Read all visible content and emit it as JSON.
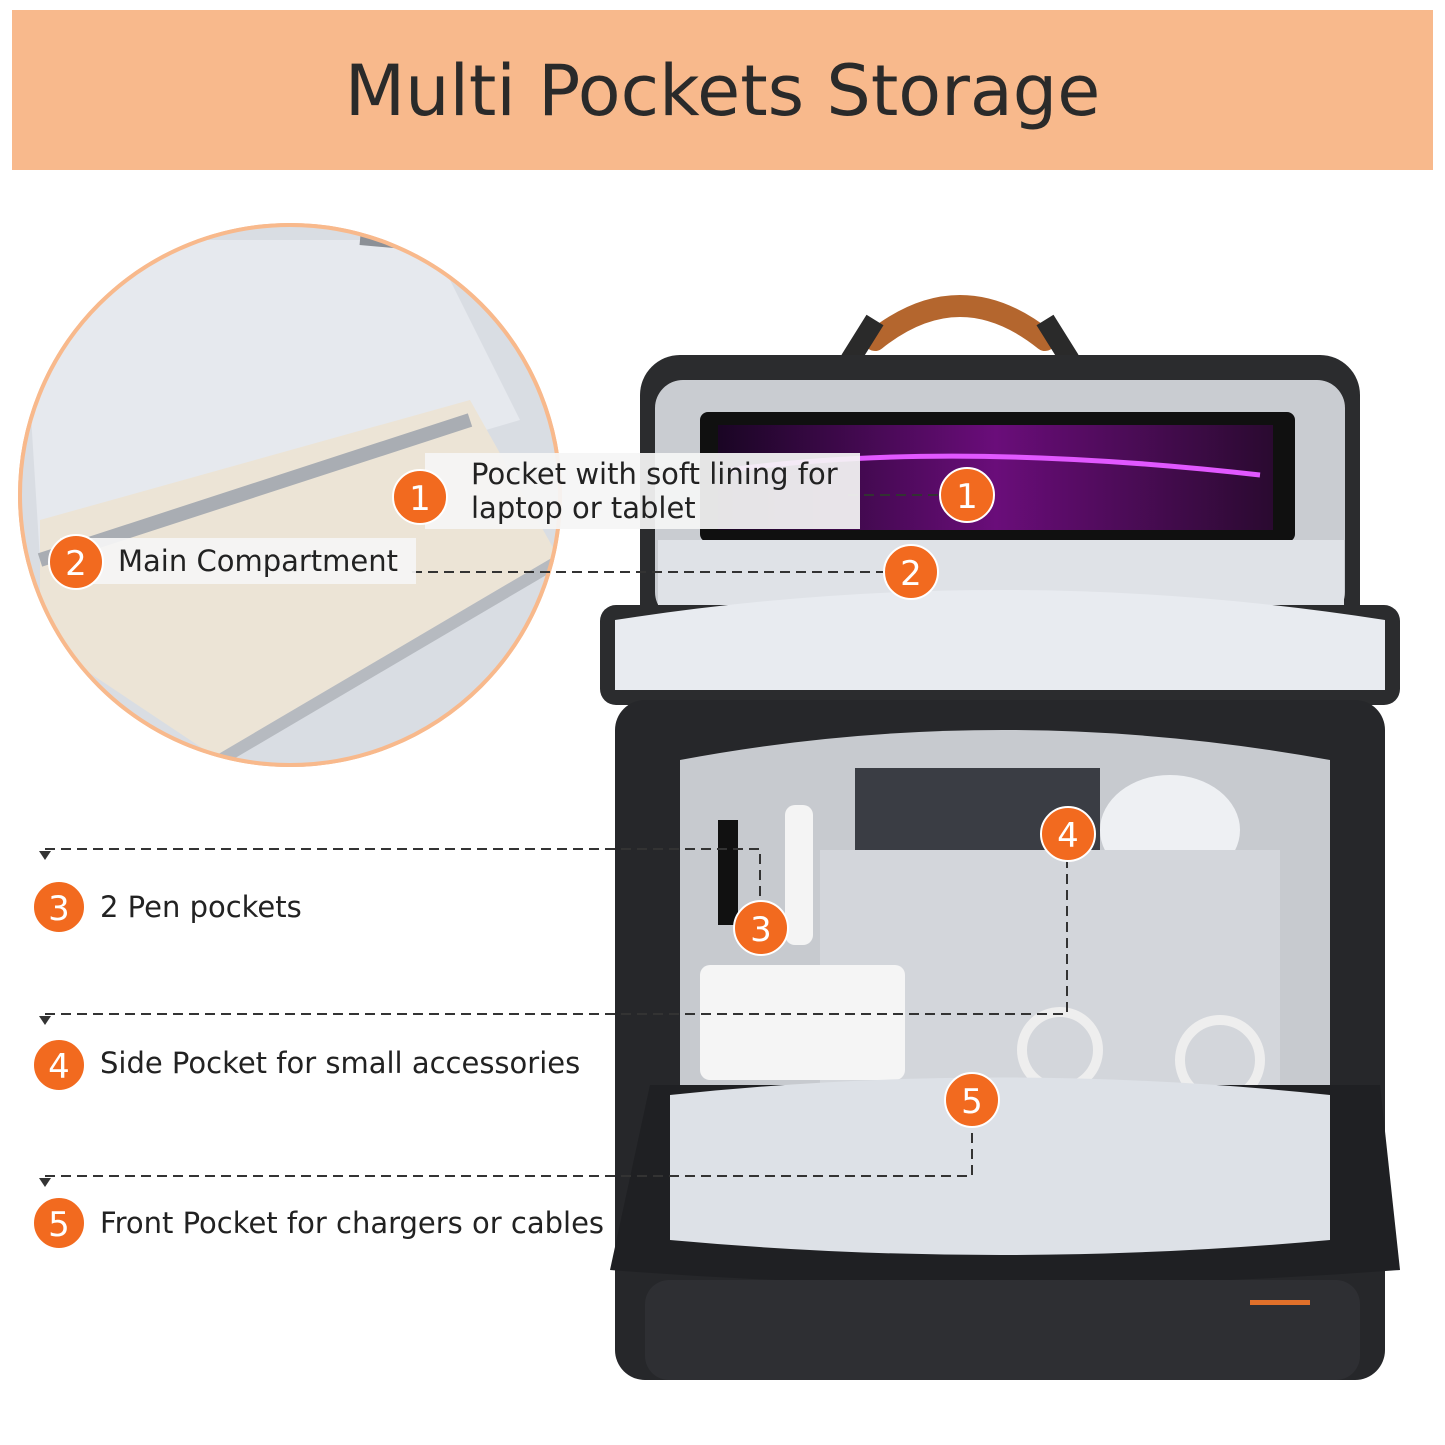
{
  "banner": {
    "title": "Multi Pockets Storage",
    "color": "#f8b98c"
  },
  "accent": "#f26a1f",
  "features": [
    {
      "number": "1",
      "label_line1": "Pocket with soft lining for",
      "label_line2": "laptop or tablet"
    },
    {
      "number": "2",
      "label": "Main Compartment"
    },
    {
      "number": "3",
      "label": "2 Pen pockets"
    },
    {
      "number": "4",
      "label": "Side Pocket for small accessories"
    },
    {
      "number": "5",
      "label": "Front Pocket for chargers or cables"
    }
  ]
}
